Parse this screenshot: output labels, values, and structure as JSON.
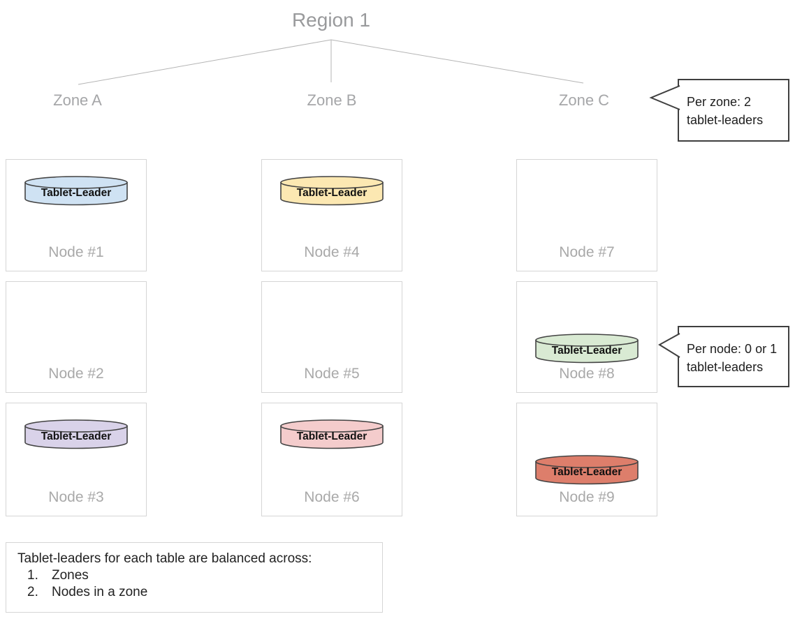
{
  "diagram": {
    "region": {
      "label": "Region 1"
    },
    "zones": [
      {
        "label": "Zone A"
      },
      {
        "label": "Zone B"
      },
      {
        "label": "Zone C"
      }
    ],
    "nodes": [
      {
        "label": "Node #1",
        "zone": "Zone A",
        "tablet_leader": {
          "label": "Tablet-Leader",
          "fill": "#cfe2f3"
        },
        "cylinder_position": "top"
      },
      {
        "label": "Node #2",
        "zone": "Zone A",
        "tablet_leader": null
      },
      {
        "label": "Node #3",
        "zone": "Zone A",
        "tablet_leader": {
          "label": "Tablet-Leader",
          "fill": "#d9d2e9"
        },
        "cylinder_position": "top"
      },
      {
        "label": "Node #4",
        "zone": "Zone B",
        "tablet_leader": {
          "label": "Tablet-Leader",
          "fill": "#fce8b2"
        },
        "cylinder_position": "top"
      },
      {
        "label": "Node #5",
        "zone": "Zone B",
        "tablet_leader": null
      },
      {
        "label": "Node #6",
        "zone": "Zone B",
        "tablet_leader": {
          "label": "Tablet-Leader",
          "fill": "#f4cccc"
        },
        "cylinder_position": "top"
      },
      {
        "label": "Node #7",
        "zone": "Zone C",
        "tablet_leader": null
      },
      {
        "label": "Node #8",
        "zone": "Zone C",
        "tablet_leader": {
          "label": "Tablet-Leader",
          "fill": "#d9ead3"
        },
        "cylinder_position": "above-label"
      },
      {
        "label": "Node #9",
        "zone": "Zone C",
        "tablet_leader": {
          "label": "Tablet-Leader",
          "fill": "#dd7e6b"
        },
        "cylinder_position": "above-label"
      }
    ],
    "callouts": [
      {
        "text": "Per zone: 2 tablet-leaders"
      },
      {
        "text": "Per node: 0 or 1 tablet-leaders"
      }
    ],
    "note": {
      "intro": "Tablet-leaders for each table are balanced across:",
      "items": [
        {
          "num": "1.",
          "text": "Zones"
        },
        {
          "num": "2.",
          "text": "Nodes in a zone"
        }
      ]
    },
    "colors": {
      "cylinder_stroke": "#434343",
      "cylinder_text": "#111111",
      "gray_text": "#9e9e9e",
      "node_border": "#d5d5d5",
      "callout_border": "#3f3f3f",
      "tree_line": "#b4b4b4"
    }
  }
}
